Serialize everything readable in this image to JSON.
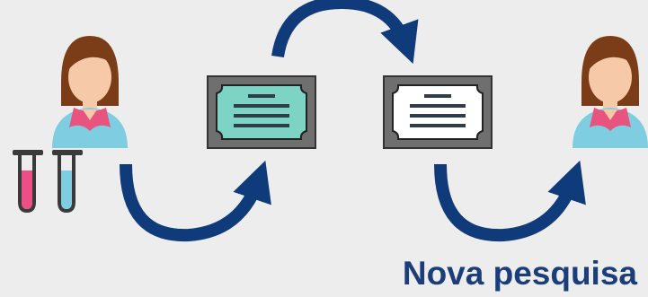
{
  "diagram": {
    "caption": "Nova pesquisa",
    "colors": {
      "background": "#ededed",
      "arrow": "#0f3b7a",
      "hair": "#7a3d18",
      "skin": "#f6c9a8",
      "shirt": "#7fcde0",
      "collar": "#e9547f",
      "tube_pink": "#ec4f85",
      "tube_blue": "#7fcde0",
      "tube_outline": "#3a3a3a",
      "certificate_frame": "#6f6f6f",
      "certificate_teal": "#7dd3c4",
      "certificate_white": "#ffffff",
      "certificate_lines": "#2f3d4a"
    },
    "elements": [
      {
        "name": "researcher-left-icon",
        "kind": "person"
      },
      {
        "name": "test-tubes-icon",
        "kind": "sample"
      },
      {
        "name": "certificate-teal-icon",
        "kind": "document"
      },
      {
        "name": "certificate-white-icon",
        "kind": "document"
      },
      {
        "name": "researcher-right-icon",
        "kind": "person"
      }
    ]
  }
}
